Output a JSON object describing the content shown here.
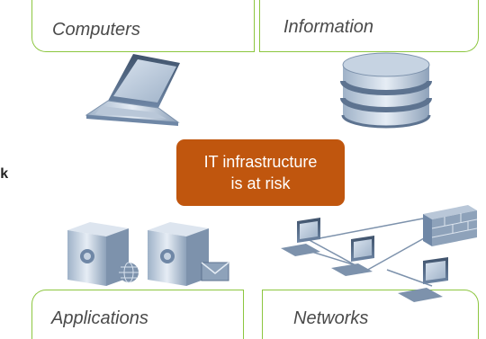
{
  "quadrants": {
    "top_left": {
      "label": "Computers",
      "icon": "laptop-icon"
    },
    "top_right": {
      "label": "Information",
      "icon": "database-icon"
    },
    "bottom_left": {
      "label": "Applications",
      "icon": "servers-icon"
    },
    "bottom_right": {
      "label": "Networks",
      "icon": "network-icon"
    }
  },
  "center": {
    "line1": "IT infrastructure",
    "line2": "is at risk",
    "color": "#c0560e"
  },
  "cut_off_text": "rk",
  "colors": {
    "border": "#8cc63f",
    "label": "#4a4a4a",
    "icon": "#6f87a6"
  }
}
